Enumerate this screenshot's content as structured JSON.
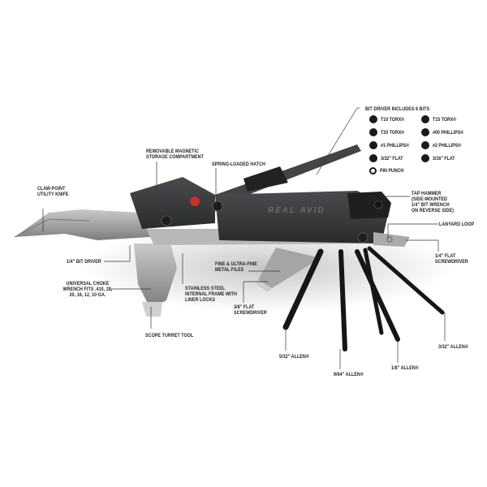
{
  "product": {
    "brand_mark": "REAL AVID",
    "accent_color": "#c8302a",
    "body_color": "#3a3b3d",
    "steel_color": "#9a9a9a"
  },
  "bit_driver": {
    "title": "BIT DRIVER INCLUDES 8 BITS",
    "bits": [
      {
        "label": "T10 TORX®",
        "icon": "torx-icon"
      },
      {
        "label": "T15 TORX®",
        "icon": "torx-icon"
      },
      {
        "label": "T20 TORX®",
        "icon": "torx-icon"
      },
      {
        "label": "#00 PHILLIPS®",
        "icon": "phillips-icon"
      },
      {
        "label": "#1 PHILLIPS®",
        "icon": "phillips-icon"
      },
      {
        "label": "#2 PHILLIPS®",
        "icon": "phillips-icon"
      },
      {
        "label": "3/32\" FLAT",
        "icon": "flat-icon"
      },
      {
        "label": "3/16\" FLAT",
        "icon": "flat-icon"
      },
      {
        "label": "PIN PUNCH",
        "icon": "pin-punch-icon"
      }
    ]
  },
  "callouts": {
    "storage": "REMOVABLE MAGNETIC\nSTORAGE COMPARTMENT",
    "hatch": "SPRING-LOADED HATCH",
    "knife": "CLAW-POINT\nUTILITY KNIFE",
    "tap_hammer": "TAP HAMMER\n(SIDE-MOUNTED\n1/4\" BIT WRENCH\nON REVERSE SIDE)",
    "lanyard": "LANYARD LOOP",
    "flat_quarter": "1/4\" FLAT\nSCREWDRIVER",
    "bit_driver_quarter": "1/4\" BIT DRIVER",
    "choke": "UNIVERSAL CHOKE\nWRENCH FITS .410, 28,\n20, 16, 12, 10 GA.",
    "files": "FINE & ULTRA-FINE\nMETAL FILES",
    "frame": "STAINLESS STEEL\nINTERNAL FRAME WITH\nLINER LOCKS",
    "flat_3_8": "3/8\" FLAT\nSCREWDRIVER",
    "scope": "SCOPE TURRET TOOL",
    "allen_5_32": "5/32\" ALLEN®",
    "allen_9_64": "9/64\" ALLEN®",
    "allen_1_8": "1/8\" ALLEN®",
    "allen_3_32": "3/32\" ALLEN®"
  }
}
